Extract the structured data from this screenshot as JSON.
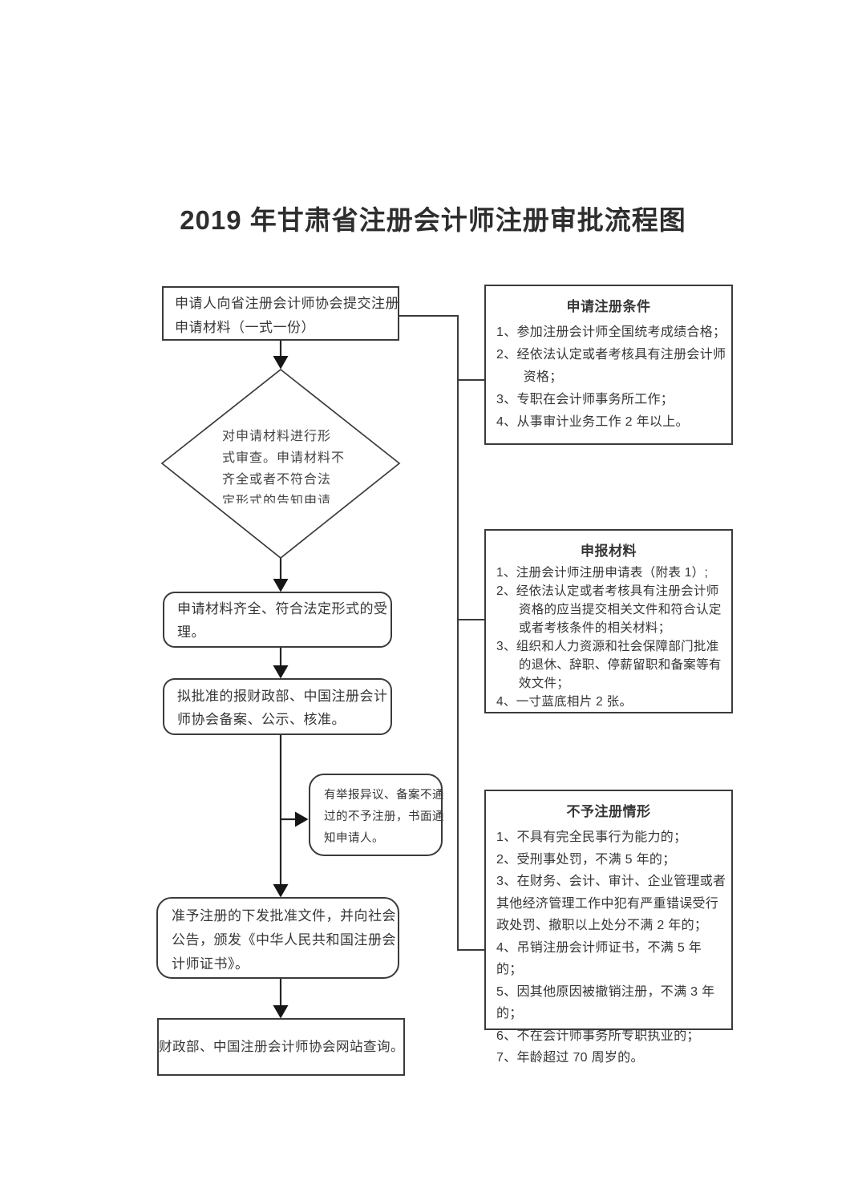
{
  "title": "2019 年甘肃省注册会计师注册审批流程图",
  "colors": {
    "ink": "#3a3a3a",
    "background": "#ffffff"
  },
  "flow": {
    "submit_box": {
      "lines": [
        "申请人向省注册会计师协会提交注册",
        "申请材料（一式一份）"
      ]
    },
    "review_diamond": {
      "lines": [
        "对申请材料进行形",
        "式审查。申请材料不",
        "齐全或者不符合法",
        "定形式的告知申请"
      ]
    },
    "accept_box": {
      "lines": [
        "申请材料齐全、符合法定形式的受",
        "理。"
      ]
    },
    "filing_box": {
      "lines": [
        "拟批准的报财政部、中国注册会计",
        "师协会备案、公示、核准。"
      ]
    },
    "objection_box": {
      "lines": [
        "有举报异议、备案不通",
        "过的不予注册，书面通",
        "知申请人。"
      ]
    },
    "approval_box": {
      "lines": [
        "准予注册的下发批准文件，并向社会",
        "公告，颁发《中华人民共和国注册会",
        "计师证书》。"
      ]
    },
    "query_box": {
      "lines": [
        "财政部、中国注册会计师协会网站查询。"
      ]
    }
  },
  "panels": [
    {
      "title": "申请注册条件",
      "items": [
        "1、参加注册会计师全国统考成绩合格；",
        "2、经依法认定或者考核具有注册会计师资格；",
        "3、专职在会计师事务所工作；",
        "4、从事审计业务工作 2 年以上。"
      ]
    },
    {
      "title": "申报材料",
      "items": [
        "1、注册会计师注册申请表（附表 1）;",
        "2、经依法认定或者考核具有注册会计师资格的应当提交相关文件和符合认定或者考核条件的相关材料；",
        "3、组织和人力资源和社会保障部门批准的退休、辞职、停薪留职和备案等有效文件；",
        "4、一寸蓝底相片 2 张。"
      ]
    },
    {
      "title": "不予注册情形",
      "items": [
        "1、不具有完全民事行为能力的；",
        "2、受刑事处罚，不满 5 年的；",
        "3、在财务、会计、审计、企业管理或者其他经济管理工作中犯有严重错误受行政处罚、撤职以上处分不满 2 年的；",
        "4、吊销注册会计师证书，不满 5 年的；",
        "5、因其他原因被撤销注册，不满 3 年的；",
        "6、不在会计师事务所专职执业的；",
        "7、年龄超过 70 周岁的。"
      ]
    }
  ]
}
